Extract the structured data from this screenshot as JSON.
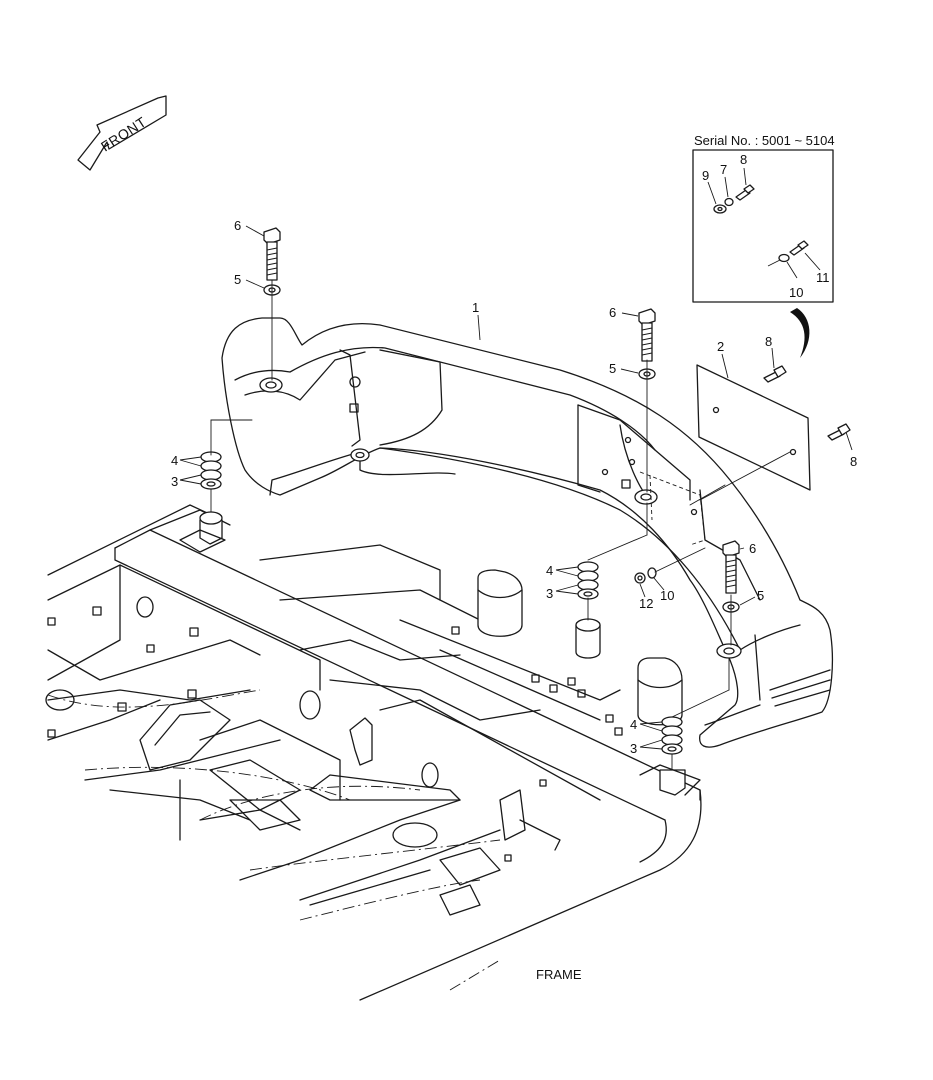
{
  "direction_arrow": {
    "label": "FRONT"
  },
  "inset": {
    "title": "Serial No. : 5001 ~ 5104"
  },
  "caption": "FRAME",
  "callouts": [
    {
      "id": "c1",
      "text": "1"
    },
    {
      "id": "c2",
      "text": "2"
    },
    {
      "id": "c3a",
      "text": "3"
    },
    {
      "id": "c3b",
      "text": "3"
    },
    {
      "id": "c3c",
      "text": "3"
    },
    {
      "id": "c4a",
      "text": "4"
    },
    {
      "id": "c4b",
      "text": "4"
    },
    {
      "id": "c4c",
      "text": "4"
    },
    {
      "id": "c5a",
      "text": "5"
    },
    {
      "id": "c5b",
      "text": "5"
    },
    {
      "id": "c5c",
      "text": "5"
    },
    {
      "id": "c6a",
      "text": "6"
    },
    {
      "id": "c6b",
      "text": "6"
    },
    {
      "id": "c6c",
      "text": "6"
    },
    {
      "id": "c7",
      "text": "7"
    },
    {
      "id": "c8a",
      "text": "8"
    },
    {
      "id": "c8b",
      "text": "8"
    },
    {
      "id": "c8c",
      "text": "8"
    },
    {
      "id": "c9",
      "text": "9"
    },
    {
      "id": "c10a",
      "text": "10"
    },
    {
      "id": "c10b",
      "text": "10"
    },
    {
      "id": "c11",
      "text": "11"
    },
    {
      "id": "c12",
      "text": "12"
    }
  ]
}
